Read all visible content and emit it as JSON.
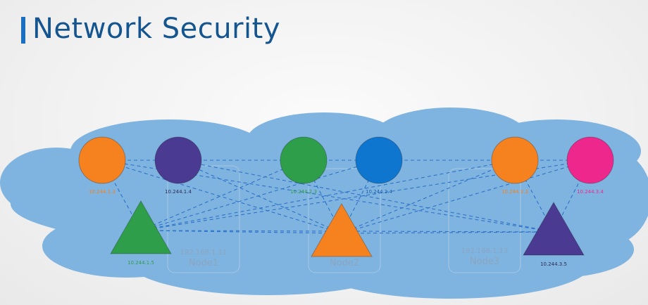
{
  "title": "Network Security",
  "nodes": [
    {
      "ip": "192.168.1.11",
      "name": "Node1"
    },
    {
      "ip": "",
      "name": "Node2"
    },
    {
      "ip": "192.168.1.13",
      "name": "Node3"
    }
  ],
  "pods": [
    {
      "id": "p1",
      "shape": "circle",
      "color": "#f5811f",
      "label": "10.244.1.3",
      "label_color": "#f5811f"
    },
    {
      "id": "p2",
      "shape": "circle",
      "color": "#4b3a91",
      "label": "10.244.1.4",
      "label_color": "#2b2b55"
    },
    {
      "id": "p3",
      "shape": "circle",
      "color": "#2e9e4a",
      "label": "10.244.2.3",
      "label_color": "#2e9e4a"
    },
    {
      "id": "p4",
      "shape": "circle",
      "color": "#0f76cf",
      "label": "10.244.2.4",
      "label_color": "#1a5fa8"
    },
    {
      "id": "p5",
      "shape": "circle",
      "color": "#f5811f",
      "label": "10.244.3.3",
      "label_color": "#f5811f"
    },
    {
      "id": "p6",
      "shape": "circle",
      "color": "#ed278c",
      "label": "10.244.3.4",
      "label_color": "#ed278c"
    },
    {
      "id": "p7",
      "shape": "triangle",
      "color": "#2e9e4a",
      "label": "10.244.1.5",
      "label_color": "#2e9e4a"
    },
    {
      "id": "p8",
      "shape": "triangle",
      "color": "#f5811f",
      "label": "",
      "label_color": "#f5811f"
    },
    {
      "id": "p9",
      "shape": "triangle",
      "color": "#4b3a91",
      "label": "10.244.3.5",
      "label_color": "#2b2b55"
    }
  ],
  "colors": {
    "title": "#15558f",
    "accent": "#1b6fc0",
    "cloud": "#7fb3e0",
    "link": "#2d73c8"
  }
}
